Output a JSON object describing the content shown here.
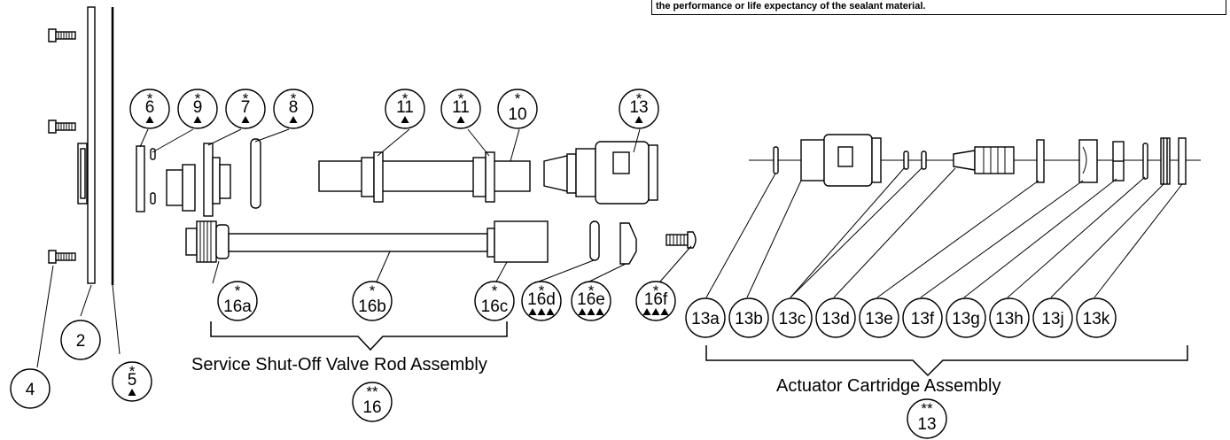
{
  "note": {
    "text": "the performance or life expectancy of the sealant material."
  },
  "assemblies": {
    "service_shutoff": {
      "label": "Service Shut-Off Valve Rod Assembly"
    },
    "actuator_cartridge": {
      "label": "Actuator Cartridge Assembly"
    }
  },
  "callouts": [
    {
      "id": "4",
      "star": "",
      "marker": 0
    },
    {
      "id": "2",
      "star": "",
      "marker": 0
    },
    {
      "id": "5",
      "star": "*",
      "marker": 1
    },
    {
      "id": "6",
      "star": "*",
      "marker": 1
    },
    {
      "id": "9",
      "star": "*",
      "marker": 1
    },
    {
      "id": "7",
      "star": "*",
      "marker": 1
    },
    {
      "id": "8",
      "star": "*",
      "marker": 1
    },
    {
      "id": "11",
      "star": "*",
      "marker": 1
    },
    {
      "id": "11",
      "star": "*",
      "marker": 1
    },
    {
      "id": "10",
      "star": "*",
      "marker": 0
    },
    {
      "id": "13",
      "star": "*",
      "marker": 1
    },
    {
      "id": "16a",
      "star": "*",
      "marker": 0
    },
    {
      "id": "16b",
      "star": "*",
      "marker": 0
    },
    {
      "id": "16c",
      "star": "*",
      "marker": 0
    },
    {
      "id": "16d",
      "star": "*",
      "marker": 3
    },
    {
      "id": "16e",
      "star": "*",
      "marker": 3
    },
    {
      "id": "16f",
      "star": "*",
      "marker": 3
    },
    {
      "id": "16",
      "star": "**",
      "marker": 0
    },
    {
      "id": "13a",
      "star": "",
      "marker": 0
    },
    {
      "id": "13b",
      "star": "",
      "marker": 0
    },
    {
      "id": "13c",
      "star": "",
      "marker": 0
    },
    {
      "id": "13d",
      "star": "",
      "marker": 0
    },
    {
      "id": "13e",
      "star": "",
      "marker": 0
    },
    {
      "id": "13f",
      "star": "",
      "marker": 0
    },
    {
      "id": "13g",
      "star": "",
      "marker": 0
    },
    {
      "id": "13h",
      "star": "",
      "marker": 0
    },
    {
      "id": "13j",
      "star": "",
      "marker": 0
    },
    {
      "id": "13k",
      "star": "",
      "marker": 0
    },
    {
      "id": "13",
      "star": "**",
      "marker": 0
    }
  ]
}
